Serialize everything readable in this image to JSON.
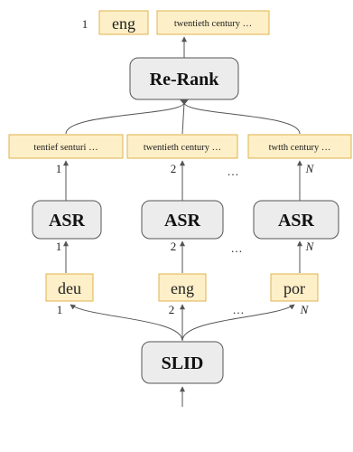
{
  "output": {
    "index": "1",
    "language": "eng",
    "transcript": "twentieth century …"
  },
  "rerank_label": "Re-Rank",
  "slid_label": "SLID",
  "asr_label": "ASR",
  "branches": [
    {
      "hypothesis": "tentief senturi …",
      "hyp_index": "1",
      "asr_index": "1",
      "language": "deu",
      "lang_index": "1"
    },
    {
      "hypothesis": "twentieth century …",
      "hyp_index": "2",
      "asr_index": "2",
      "language": "eng",
      "lang_index": "2"
    },
    {
      "hypothesis": "twtth century …",
      "hyp_index": "N",
      "asr_index": "N",
      "language": "por",
      "lang_index": "N"
    }
  ],
  "ellipsis": "…",
  "colors": {
    "lang_box_fill": "#fdefc8",
    "lang_box_stroke": "#e0b34c",
    "module_fill": "#ececec",
    "module_stroke": "#555555",
    "arrow": "#555555",
    "waveform": [
      "#1ec7c9",
      "#5aa0ff",
      "#8a6cff",
      "#b968e6",
      "#d26ad8"
    ]
  }
}
